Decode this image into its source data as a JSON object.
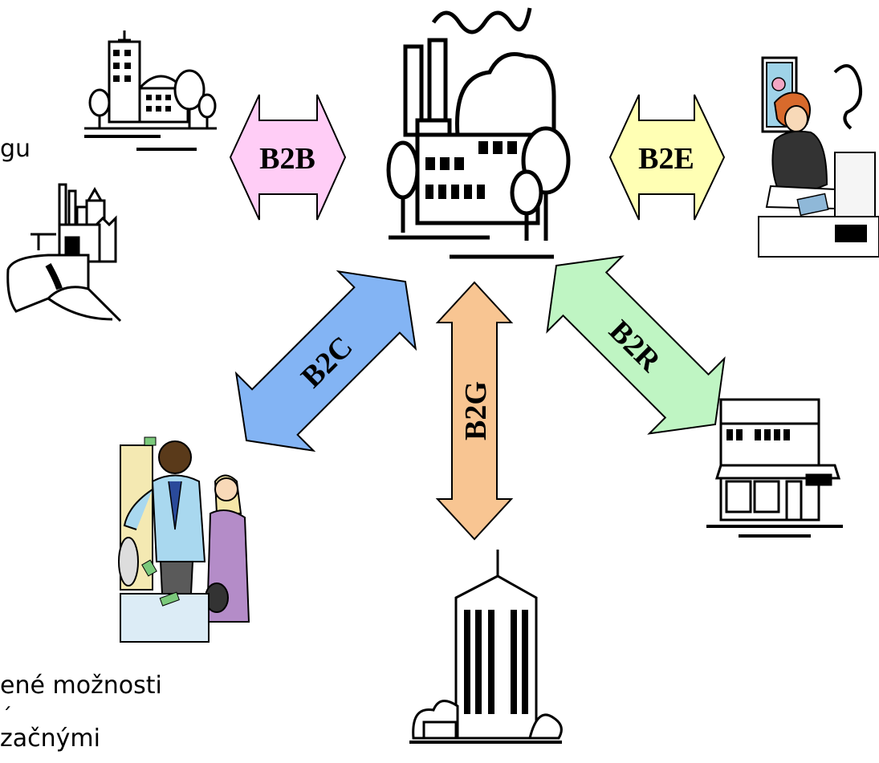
{
  "text_fragments": {
    "frag_1": "gu",
    "frag_2": "ené možnosti",
    "frag_3": "ˊ",
    "frag_4": "začnými"
  },
  "relations": [
    {
      "label": "B2B",
      "color": "#ffcdf6"
    },
    {
      "label": "B2E",
      "color": "#ffffb4"
    },
    {
      "label": "B2C",
      "color": "#83b4f4"
    },
    {
      "label": "B2G",
      "color": "#f8c592"
    },
    {
      "label": "B2R",
      "color": "#bff5c3"
    }
  ],
  "clipart": [
    "office-park",
    "power-plant",
    "factory",
    "artist-at-desk",
    "salesman-and-customer",
    "retail-store",
    "government-tower"
  ]
}
